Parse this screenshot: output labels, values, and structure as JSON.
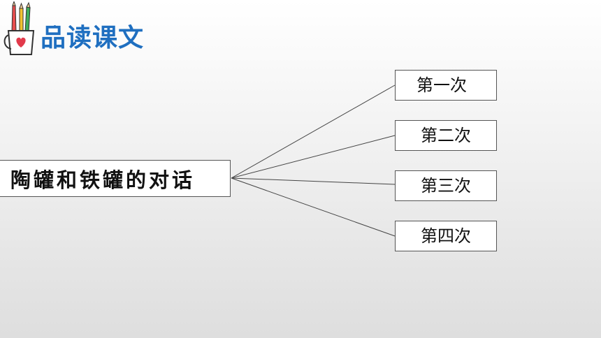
{
  "header": {
    "title": "品读课文",
    "logo_icon": "pencil-cup-icon"
  },
  "diagram": {
    "root": "陶罐和铁罐的对话",
    "branches": [
      "第一次",
      "第二次",
      "第三次",
      "第四次"
    ]
  },
  "colors": {
    "title": "#1f6fc0",
    "line": "#444444",
    "box_border": "#555555"
  }
}
